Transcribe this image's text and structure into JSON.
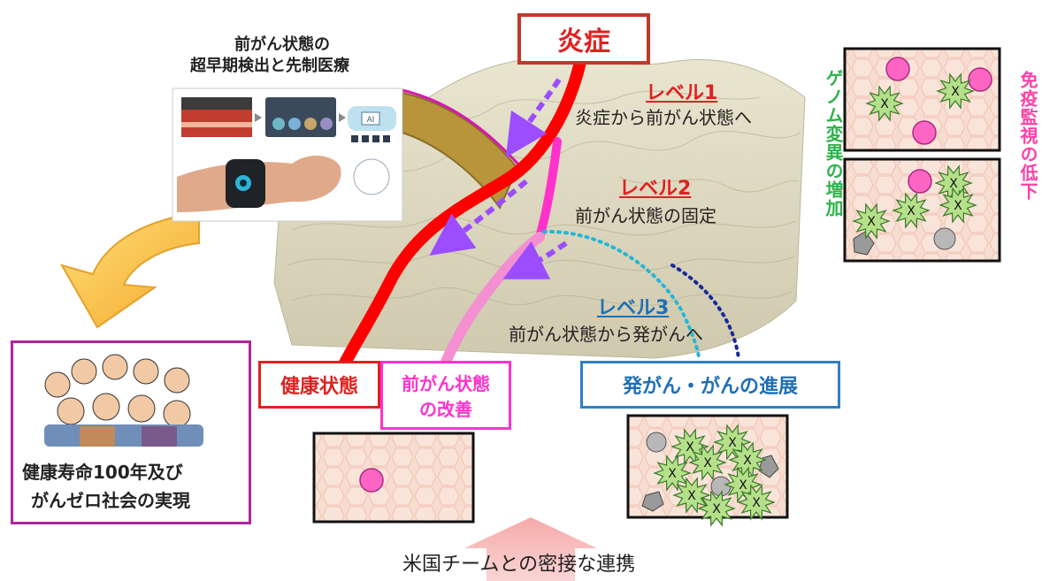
{
  "title": {
    "line1": "前がん状態の",
    "line2": "超早期検出と先制医療"
  },
  "top_box": {
    "label": "炎症"
  },
  "levels": [
    {
      "name": "レベル1",
      "desc": "炎症から前がん状態へ"
    },
    {
      "name": "レベル2",
      "desc": "前がん状態の固定"
    },
    {
      "name": "レベル3",
      "desc": "前がん状態から発がんへ"
    }
  ],
  "states": {
    "healthy": "健康状態",
    "improved_line1": "前がん状態",
    "improved_line2": "の改善",
    "progress": "発がん・がんの進展"
  },
  "side_labels": {
    "genome": "ゲノム変異の増加",
    "immune": "免疫監視の低下"
  },
  "goal": {
    "line1": "健康寿命100年及び",
    "line2": "がんゼロ社会の実現"
  },
  "bottom_caption": "米国チームとの密接な連携",
  "device_panel": {
    "chip_label": "AI"
  },
  "cell_marker": "X",
  "colors": {
    "red_path": "#ff0000",
    "magenta_path": "#ff33cc",
    "pink_path": "#f48fd2",
    "inflammation_border": "#c0392b",
    "level_red": "#e02020",
    "level3_blue": "#1f6fb5",
    "progress_border": "#2f7fc1",
    "goal_border": "#b0249c",
    "genome_green": "#2cb34a",
    "immune_pink": "#ff3fa6",
    "arrow_purple": "#9b4dff",
    "dotted_cyan": "#25b6d6",
    "dotted_navy": "#1a2a9a",
    "orange_arrow": "#f7c23a",
    "bottom_arrow": "#f6b7b7"
  }
}
